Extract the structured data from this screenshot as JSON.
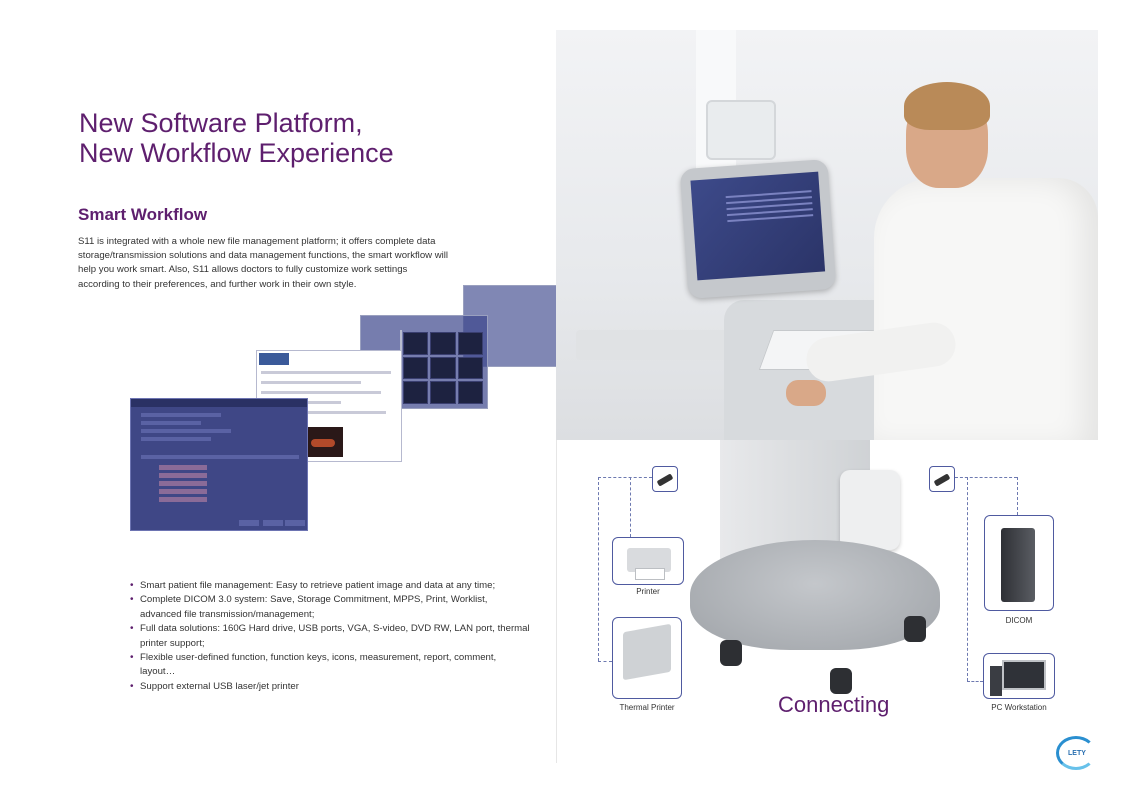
{
  "headline": {
    "line1": "New Software Platform,",
    "line2": "New Workflow Experience"
  },
  "section": {
    "title": "Smart Workflow",
    "intro": "S11 is integrated with a whole new file management platform; it offers complete data storage/transmission solutions and data management functions, the smart workflow will help you work smart. Also, S11 allows doctors to fully customize work settings according to their preferences, and further work in their own style."
  },
  "features": [
    "Smart patient file management:  Easy to retrieve patient image and data at any time;",
    "Complete DICOM 3.0 system: Save, Storage Commitment, MPPS, Print, Worklist, advanced file transmission/management;",
    "Full data solutions: 160G Hard drive, USB ports, VGA, S-video, DVD RW, LAN port, thermal printer support;",
    "Flexible user-defined function, function keys, icons, measurement, report, comment, layout…",
    "Support external USB laser/jet printer"
  ],
  "connecting": {
    "title": "Connecting",
    "devices": {
      "printer": "Printer",
      "thermal_printer": "Thermal Printer",
      "dicom": "DICOM",
      "pc_workstation": "PC Workstation"
    }
  },
  "logo": {
    "text": "LETY"
  },
  "colors": {
    "accent": "#5e1f6e",
    "connector": "#4f5aa0",
    "screen": "#3f4786"
  }
}
